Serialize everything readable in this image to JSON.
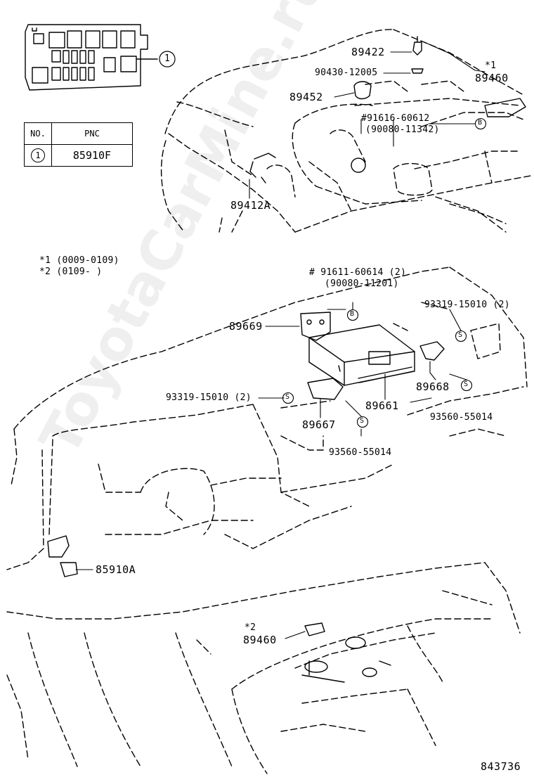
{
  "table": {
    "header_no": "NO.",
    "header_pnc": "PNC",
    "row_no": "1",
    "row_pnc": "85910F"
  },
  "callout_1": "1",
  "notes": {
    "note1": "*1 (0009-0109)",
    "note2": "*2 (0109-       )"
  },
  "labels": {
    "p89422": "89422",
    "p90430": "90430-12005",
    "star1": "*1",
    "p89460a": "89460",
    "p89452": "89452",
    "p91616": "#91616-60612",
    "p90080a": "(90080-11342)",
    "p89412A": "89412A",
    "p91611": "#  91611-60614 (2)",
    "p90080b": "(90080-11201)",
    "p89669": "89669",
    "p93319a": "93319-15010 (2)",
    "p89668": "89668",
    "p93319b": "93319-15010 (2)",
    "p89661": "89661",
    "p89667": "89667",
    "p93560a": "93560-55014",
    "p93560b": "93560-55014",
    "p85910A": "85910A",
    "star2": "*2",
    "p89460b": "89460",
    "figure_no": "843736"
  },
  "symbols": {
    "B": "B",
    "S": "S"
  },
  "watermark": "ToyotaCarMine.ru",
  "colors": {
    "ink": "#000000",
    "background": "#ffffff"
  }
}
